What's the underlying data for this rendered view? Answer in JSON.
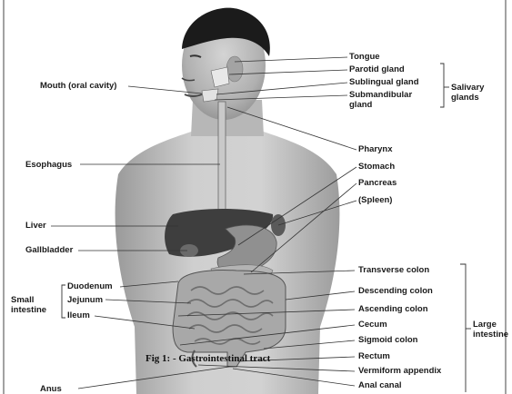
{
  "labels": {
    "mouth": "Mouth (oral cavity)",
    "esophagus": "Esophagus",
    "liver": "Liver",
    "gallbladder": "Gallbladder",
    "duodenum": "Duodenum",
    "jejunum": "Jejunum",
    "ileum": "Ileum",
    "small_intestine": "Small\nintestine",
    "anus": "Anus",
    "tongue": "Tongue",
    "parotid": "Parotid gland",
    "sublingual": "Sublingual gland",
    "submandibular": "Submandibular\ngland",
    "salivary": "Salivary\nglands",
    "pharynx": "Pharynx",
    "stomach": "Stomach",
    "pancreas": "Pancreas",
    "spleen": "(Spleen)",
    "transverse": "Transverse colon",
    "descending": "Descending colon",
    "ascending": "Ascending colon",
    "cecum": "Cecum",
    "sigmoid": "Sigmoid colon",
    "rectum": "Rectum",
    "appendix": "Vermiform appendix",
    "anal_canal": "Anal canal",
    "large_intestine": "Large\nintestine"
  },
  "caption": "Fig 1: - Gastrointestinal tract"
}
